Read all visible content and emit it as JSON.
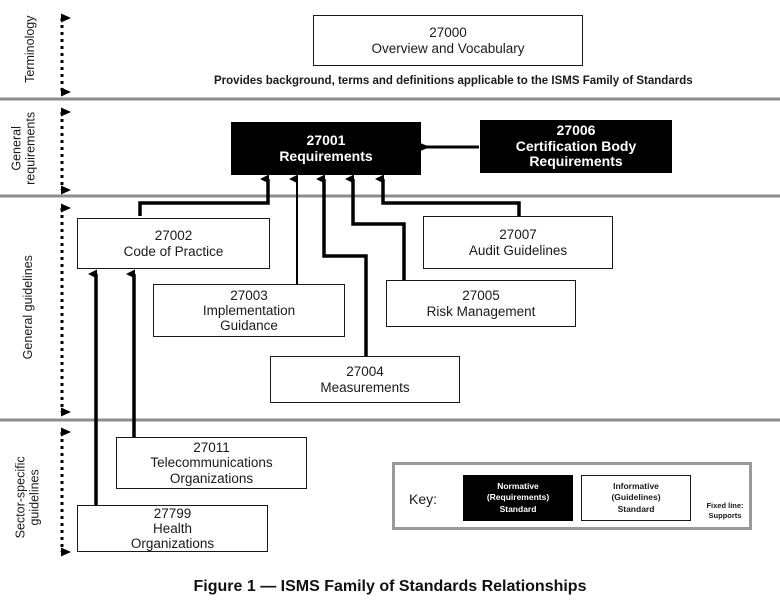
{
  "figure": {
    "caption": "Figure 1 — ISMS Family of Standards Relationships",
    "subnote": "Provides background, terms and definitions applicable to the ISMS Family of Standards"
  },
  "bands": [
    {
      "id": "terminology",
      "label": "Terminology"
    },
    {
      "id": "general-requirements",
      "label": "General\nrequirements"
    },
    {
      "id": "general-guidelines",
      "label": "General guidelines"
    },
    {
      "id": "sector-specific-guidelines",
      "label": "Sector-specific\nguidelines"
    }
  ],
  "nodes": [
    {
      "id": "27000",
      "number": "27000",
      "name": "Overview and Vocabulary",
      "kind": "informative"
    },
    {
      "id": "27001",
      "number": "27001",
      "name": "Requirements",
      "kind": "normative"
    },
    {
      "id": "27006",
      "number": "27006",
      "name": "Certification Body\nRequirements",
      "kind": "normative"
    },
    {
      "id": "27002",
      "number": "27002",
      "name": "Code of Practice",
      "kind": "informative"
    },
    {
      "id": "27007",
      "number": "27007",
      "name": "Audit Guidelines",
      "kind": "informative"
    },
    {
      "id": "27003",
      "number": "27003",
      "name": "Implementation\nGuidance",
      "kind": "informative"
    },
    {
      "id": "27005",
      "number": "27005",
      "name": "Risk Management",
      "kind": "informative"
    },
    {
      "id": "27004",
      "number": "27004",
      "name": "Measurements",
      "kind": "informative"
    },
    {
      "id": "27011",
      "number": "27011",
      "name": "Telecommunications\nOrganizations",
      "kind": "informative"
    },
    {
      "id": "27799",
      "number": "27799",
      "name": "Health\nOrganizations",
      "kind": "informative"
    }
  ],
  "key": {
    "title": "Key:",
    "normative": "Normative\n(Requirements)\nStandard",
    "informative": "Informative\n(Guidelines)\nStandard",
    "line_note": "Fixed line:\nSupports"
  },
  "colors": {
    "normative_fill": "#000000",
    "informative_fill": "#ffffff",
    "outline": "#1a1a1a",
    "band_divider": "#8c8c8c",
    "key_border": "#9a9a9a"
  }
}
